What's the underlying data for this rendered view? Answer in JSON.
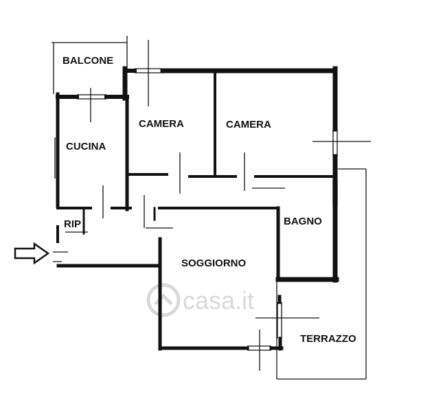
{
  "rooms": {
    "balcone": "BALCONE",
    "camera_1": "CAMERA",
    "camera_2": "CAMERA",
    "cucina": "CUCINA",
    "rip": "RIP",
    "bagno": "BAGNO",
    "soggiorno": "SOGGIORNO",
    "terrazzo": "TERRAZZO"
  },
  "watermark": {
    "text": "casa.it"
  },
  "colors": {
    "wall": "#111111",
    "watermark": "#d9d9d9",
    "background": "#ffffff"
  },
  "icons": {
    "entrance": "entrance-arrow-icon",
    "watermark": "house-logo-icon"
  }
}
